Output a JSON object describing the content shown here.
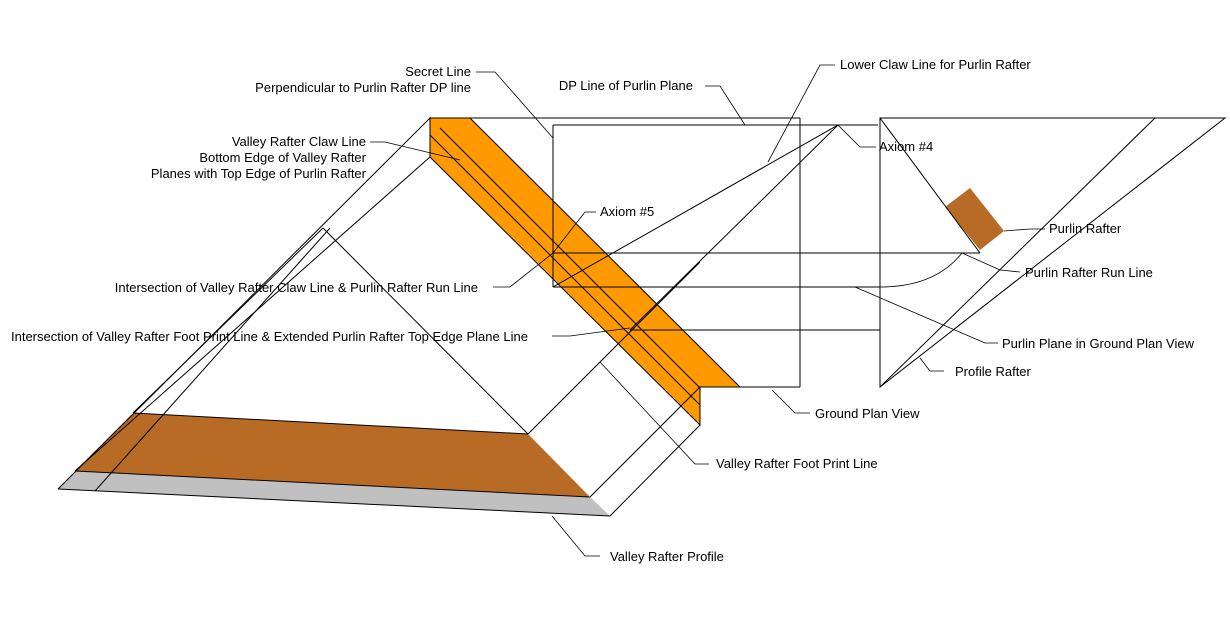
{
  "colors": {
    "orange": "#FF9900",
    "brown": "#B86B24",
    "gray": "#C0C0C0",
    "line": "#000000"
  },
  "labels": {
    "secret_line": "Secret Line",
    "perpendicular": "Perpendicular to Purlin Rafter DP line",
    "dp_line": "DP Line of Purlin Plane",
    "lower_claw": "Lower Claw Line for Purlin Rafter",
    "valley_claw": "Valley Rafter Claw Line",
    "bottom_edge": "Bottom Edge of Valley Rafter",
    "planes_top_edge": "Planes with Top Edge of Purlin Rafter",
    "axiom4": "Axiom #4",
    "axiom5": "Axiom #5",
    "purlin_rafter": "Purlin Rafter",
    "purlin_run_line": "Purlin Rafter Run Line",
    "intersection_claw": "Intersection of Valley Rafter Claw Line & Purlin Rafter Run Line",
    "intersection_foot": "Intersection of Valley Rafter Foot Print Line & Extended  Purlin Rafter Top Edge Plane Line",
    "purlin_plane_ground": "Purlin Plane in Ground Plan View",
    "profile_rafter": "Profile Rafter",
    "ground_plan_view": "Ground Plan View",
    "foot_print_line": "Valley Rafter Foot Print Line",
    "valley_profile": "Valley Rafter Profile"
  }
}
